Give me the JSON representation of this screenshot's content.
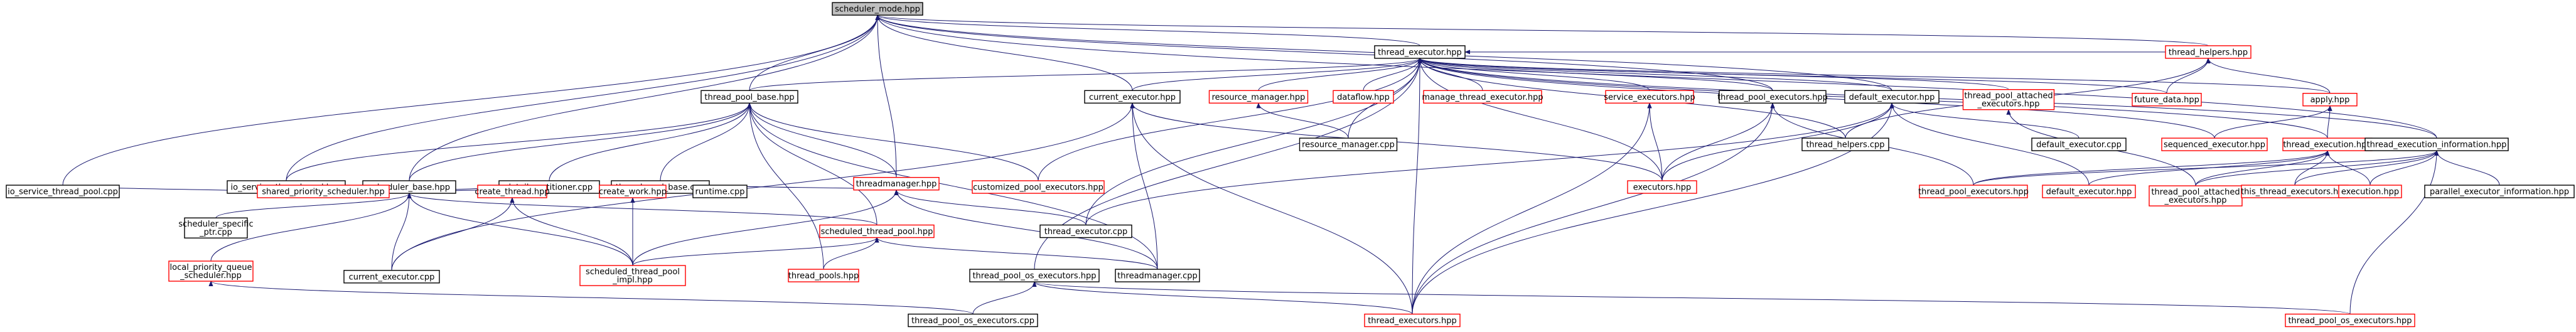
{
  "graph": {
    "type": "dependency-graph",
    "colors": {
      "edge": "#191970",
      "root_fill": "#bfbfbf",
      "normal_border": "#000000",
      "truncated_border": "#ff0000"
    },
    "nodes": [
      {
        "id": "scheduler_mode",
        "lines": [
          "scheduler_mode.hpp"
        ],
        "style": "root"
      },
      {
        "id": "thread_executor",
        "lines": [
          "thread_executor.hpp"
        ],
        "style": "black"
      },
      {
        "id": "thread_helpers",
        "lines": [
          "thread_helpers.hpp"
        ],
        "style": "red"
      },
      {
        "id": "thread_pool_base_hpp",
        "lines": [
          "thread_pool_base.hpp"
        ],
        "style": "black"
      },
      {
        "id": "current_executor_hpp",
        "lines": [
          "current_executor.hpp"
        ],
        "style": "black"
      },
      {
        "id": "resource_manager_hpp",
        "lines": [
          "resource_manager.hpp"
        ],
        "style": "red"
      },
      {
        "id": "dataflow",
        "lines": [
          "dataflow.hpp"
        ],
        "style": "red"
      },
      {
        "id": "manage_thread_executor",
        "lines": [
          "manage_thread_executor.hpp"
        ],
        "style": "red"
      },
      {
        "id": "service_executors",
        "lines": [
          "service_executors.hpp"
        ],
        "style": "red"
      },
      {
        "id": "thread_pool_executors_top",
        "lines": [
          "thread_pool_executors.hpp"
        ],
        "style": "black"
      },
      {
        "id": "default_executor_hpp",
        "lines": [
          "default_executor.hpp"
        ],
        "style": "black"
      },
      {
        "id": "thread_pool_attached_top",
        "lines": [
          "thread_pool_attached",
          "_executors.hpp"
        ],
        "style": "red"
      },
      {
        "id": "future_data",
        "lines": [
          "future_data.hpp"
        ],
        "style": "red"
      },
      {
        "id": "apply",
        "lines": [
          "apply.hpp"
        ],
        "style": "red"
      },
      {
        "id": "io_service_thread_pool_hpp",
        "lines": [
          "io_service_thread_pool.hpp"
        ],
        "style": "black"
      },
      {
        "id": "scheduler_base",
        "lines": [
          "scheduler_base.hpp"
        ],
        "style": "black"
      },
      {
        "id": "detail_partitioner",
        "lines": [
          "detail_partitioner.cpp"
        ],
        "style": "black"
      },
      {
        "id": "thread_pool_base_cpp",
        "lines": [
          "thread_pool_base.cpp"
        ],
        "style": "black"
      },
      {
        "id": "threadmanager_hpp",
        "lines": [
          "threadmanager.hpp"
        ],
        "style": "red"
      },
      {
        "id": "customized_pool_executors",
        "lines": [
          "customized_pool_executors.hpp"
        ],
        "style": "red"
      },
      {
        "id": "resource_manager_cpp",
        "lines": [
          "resource_manager.cpp"
        ],
        "style": "black"
      },
      {
        "id": "executors_hpp",
        "lines": [
          "executors.hpp"
        ],
        "style": "red"
      },
      {
        "id": "thread_helpers_cpp",
        "lines": [
          "thread_helpers.cpp"
        ],
        "style": "black"
      },
      {
        "id": "default_executor_cpp",
        "lines": [
          "default_executor.cpp"
        ],
        "style": "black"
      },
      {
        "id": "sequenced_executor",
        "lines": [
          "sequenced_executor.hpp"
        ],
        "style": "red"
      },
      {
        "id": "thread_execution",
        "lines": [
          "thread_execution.hpp"
        ],
        "style": "red"
      },
      {
        "id": "thread_execution_information",
        "lines": [
          "thread_execution_information.hpp"
        ],
        "style": "black"
      },
      {
        "id": "io_service_thread_pool_cpp",
        "lines": [
          "io_service_thread_pool.cpp"
        ],
        "style": "black"
      },
      {
        "id": "scheduler_specific_ptr",
        "lines": [
          "scheduler_specific",
          "_ptr.cpp"
        ],
        "style": "black"
      },
      {
        "id": "shared_priority_scheduler",
        "lines": [
          "shared_priority_scheduler.hpp"
        ],
        "style": "red"
      },
      {
        "id": "create_thread",
        "lines": [
          "create_thread.hpp"
        ],
        "style": "red"
      },
      {
        "id": "create_work",
        "lines": [
          "create_work.hpp"
        ],
        "style": "red"
      },
      {
        "id": "runtime_cpp",
        "lines": [
          "runtime.cpp"
        ],
        "style": "black"
      },
      {
        "id": "scheduled_thread_pool_hpp",
        "lines": [
          "scheduled_thread_pool.hpp"
        ],
        "style": "red"
      },
      {
        "id": "thread_executor_cpp",
        "lines": [
          "thread_executor.cpp"
        ],
        "style": "black"
      },
      {
        "id": "thread_pool_executors_mid",
        "lines": [
          "thread_pool_executors.hpp"
        ],
        "style": "red"
      },
      {
        "id": "default_executor_hpp2",
        "lines": [
          "default_executor.hpp"
        ],
        "style": "red"
      },
      {
        "id": "thread_pool_attached_mid",
        "lines": [
          "thread_pool_attached",
          "_executors.hpp"
        ],
        "style": "red"
      },
      {
        "id": "this_thread_executors",
        "lines": [
          "this_thread_executors.hpp"
        ],
        "style": "red"
      },
      {
        "id": "execution_hpp",
        "lines": [
          "execution.hpp"
        ],
        "style": "red"
      },
      {
        "id": "parallel_executor_information",
        "lines": [
          "parallel_executor_information.hpp"
        ],
        "style": "black"
      },
      {
        "id": "local_priority_queue_scheduler",
        "lines": [
          "local_priority_queue",
          "_scheduler.hpp"
        ],
        "style": "red"
      },
      {
        "id": "current_executor_cpp",
        "lines": [
          "current_executor.cpp"
        ],
        "style": "black"
      },
      {
        "id": "scheduled_thread_pool_impl",
        "lines": [
          "scheduled_thread_pool",
          "_impl.hpp"
        ],
        "style": "red"
      },
      {
        "id": "thread_pools",
        "lines": [
          "thread_pools.hpp"
        ],
        "style": "red"
      },
      {
        "id": "thread_pool_os_executors_mid",
        "lines": [
          "thread_pool_os_executors.hpp"
        ],
        "style": "black"
      },
      {
        "id": "threadmanager_cpp",
        "lines": [
          "threadmanager.cpp"
        ],
        "style": "black"
      },
      {
        "id": "thread_pool_os_executors_cpp",
        "lines": [
          "thread_pool_os_executors.cpp"
        ],
        "style": "black"
      },
      {
        "id": "thread_executors_hpp",
        "lines": [
          "thread_executors.hpp"
        ],
        "style": "red"
      },
      {
        "id": "thread_pool_os_executors_right",
        "lines": [
          "thread_pool_os_executors.hpp"
        ],
        "style": "red"
      }
    ],
    "edges": [
      [
        "thread_executor",
        "scheduler_mode"
      ],
      [
        "thread_helpers",
        "scheduler_mode"
      ],
      [
        "thread_pool_base_hpp",
        "scheduler_mode"
      ],
      [
        "current_executor_hpp",
        "scheduler_mode"
      ],
      [
        "default_executor_hpp",
        "scheduler_mode"
      ],
      [
        "thread_execution_information",
        "scheduler_mode"
      ],
      [
        "io_service_thread_pool_hpp",
        "scheduler_mode"
      ],
      [
        "scheduler_base",
        "scheduler_mode"
      ],
      [
        "io_service_thread_pool_cpp",
        "scheduler_mode"
      ],
      [
        "threadmanager_hpp",
        "scheduler_mode"
      ],
      [
        "thread_pool_executors_top",
        "scheduler_mode"
      ],
      [
        "current_executor_hpp",
        "thread_executor"
      ],
      [
        "thread_pool_base_hpp",
        "thread_executor"
      ],
      [
        "resource_manager_hpp",
        "thread_executor"
      ],
      [
        "dataflow",
        "thread_executor"
      ],
      [
        "manage_thread_executor",
        "thread_executor"
      ],
      [
        "service_executors",
        "thread_executor"
      ],
      [
        "thread_pool_executors_top",
        "thread_executor"
      ],
      [
        "default_executor_hpp",
        "thread_executor"
      ],
      [
        "thread_pool_attached_top",
        "thread_executor"
      ],
      [
        "future_data",
        "thread_executor"
      ],
      [
        "apply",
        "thread_executor"
      ],
      [
        "thread_helpers",
        "thread_executor"
      ],
      [
        "thread_execution",
        "thread_executor"
      ],
      [
        "thread_execution_information",
        "thread_executor"
      ],
      [
        "customized_pool_executors",
        "thread_executor"
      ],
      [
        "resource_manager_cpp",
        "thread_executor"
      ],
      [
        "executors_hpp",
        "thread_executor"
      ],
      [
        "thread_executor_cpp",
        "thread_executor"
      ],
      [
        "thread_executors_hpp",
        "thread_executor"
      ],
      [
        "thread_pool_os_executors_mid",
        "thread_executor"
      ],
      [
        "sequenced_executor",
        "thread_executor"
      ],
      [
        "thread_helpers_cpp",
        "thread_executor"
      ],
      [
        "future_data",
        "thread_helpers"
      ],
      [
        "apply",
        "thread_helpers"
      ],
      [
        "thread_helpers_cpp",
        "thread_helpers"
      ],
      [
        "sequenced_executor",
        "apply"
      ],
      [
        "thread_execution",
        "apply"
      ],
      [
        "io_service_thread_pool_hpp",
        "thread_pool_base_hpp"
      ],
      [
        "scheduler_base",
        "thread_pool_base_hpp"
      ],
      [
        "detail_partitioner",
        "thread_pool_base_hpp"
      ],
      [
        "thread_pool_base_cpp",
        "thread_pool_base_hpp"
      ],
      [
        "threadmanager_hpp",
        "thread_pool_base_hpp"
      ],
      [
        "customized_pool_executors",
        "thread_pool_base_hpp"
      ],
      [
        "scheduled_thread_pool_hpp",
        "thread_pool_base_hpp"
      ],
      [
        "threadmanager_cpp",
        "thread_pool_base_hpp"
      ],
      [
        "thread_pools",
        "thread_pool_base_hpp"
      ],
      [
        "current_executor_cpp",
        "current_executor_hpp"
      ],
      [
        "executors_hpp",
        "current_executor_hpp"
      ],
      [
        "thread_executors_hpp",
        "current_executor_hpp"
      ],
      [
        "threadmanager_cpp",
        "current_executor_hpp"
      ],
      [
        "resource_manager_cpp",
        "resource_manager_hpp"
      ],
      [
        "executors_hpp",
        "service_executors"
      ],
      [
        "thread_executors_hpp",
        "service_executors"
      ],
      [
        "executors_hpp",
        "thread_pool_executors_top"
      ],
      [
        "thread_executors_hpp",
        "thread_pool_executors_top"
      ],
      [
        "thread_pool_executors_mid",
        "thread_pool_executors_top"
      ],
      [
        "thread_executors_hpp",
        "default_executor_hpp"
      ],
      [
        "default_executor_cpp",
        "default_executor_hpp"
      ],
      [
        "executors_hpp",
        "default_executor_hpp"
      ],
      [
        "default_executor_hpp2",
        "default_executor_hpp"
      ],
      [
        "thread_executor_cpp",
        "default_executor_hpp"
      ],
      [
        "thread_pool_attached_mid",
        "thread_pool_attached_top"
      ],
      [
        "thread_pool_executors_mid",
        "thread_execution"
      ],
      [
        "default_executor_hpp2",
        "thread_execution"
      ],
      [
        "thread_pool_attached_mid",
        "thread_execution"
      ],
      [
        "this_thread_executors",
        "thread_execution"
      ],
      [
        "execution_hpp",
        "thread_execution"
      ],
      [
        "thread_pool_executors_mid",
        "thread_execution_information"
      ],
      [
        "thread_pool_attached_mid",
        "thread_execution_information"
      ],
      [
        "this_thread_executors",
        "thread_execution_information"
      ],
      [
        "execution_hpp",
        "thread_execution_information"
      ],
      [
        "parallel_executor_information",
        "thread_execution_information"
      ],
      [
        "thread_pool_os_executors_right",
        "thread_execution_information"
      ],
      [
        "io_service_thread_pool_cpp",
        "io_service_thread_pool_hpp"
      ],
      [
        "scheduler_specific_ptr",
        "scheduler_base"
      ],
      [
        "shared_priority_scheduler",
        "scheduler_base"
      ],
      [
        "create_thread",
        "scheduler_base"
      ],
      [
        "create_work",
        "scheduler_base"
      ],
      [
        "current_executor_cpp",
        "scheduler_base"
      ],
      [
        "scheduled_thread_pool_impl",
        "scheduler_base"
      ],
      [
        "local_priority_queue_scheduler",
        "scheduler_base"
      ],
      [
        "scheduled_thread_pool_hpp",
        "scheduler_base"
      ],
      [
        "current_executor_cpp",
        "create_thread"
      ],
      [
        "scheduled_thread_pool_impl",
        "create_thread"
      ],
      [
        "scheduled_thread_pool_impl",
        "create_work"
      ],
      [
        "runtime_cpp",
        "threadmanager_hpp"
      ],
      [
        "thread_executor_cpp",
        "threadmanager_hpp"
      ],
      [
        "scheduled_thread_pool_impl",
        "threadmanager_hpp"
      ],
      [
        "threadmanager_cpp",
        "threadmanager_hpp"
      ],
      [
        "scheduled_thread_pool_impl",
        "scheduled_thread_pool_hpp"
      ],
      [
        "thread_pools",
        "scheduled_thread_pool_hpp"
      ],
      [
        "threadmanager_cpp",
        "scheduled_thread_pool_hpp"
      ],
      [
        "thread_pool_os_executors_cpp",
        "thread_pool_os_executors_mid"
      ],
      [
        "thread_executors_hpp",
        "thread_pool_os_executors_mid"
      ],
      [
        "thread_pool_os_executors_right",
        "thread_pool_os_executors_mid"
      ],
      [
        "thread_pool_os_executors_cpp",
        "local_priority_queue_scheduler"
      ]
    ]
  }
}
